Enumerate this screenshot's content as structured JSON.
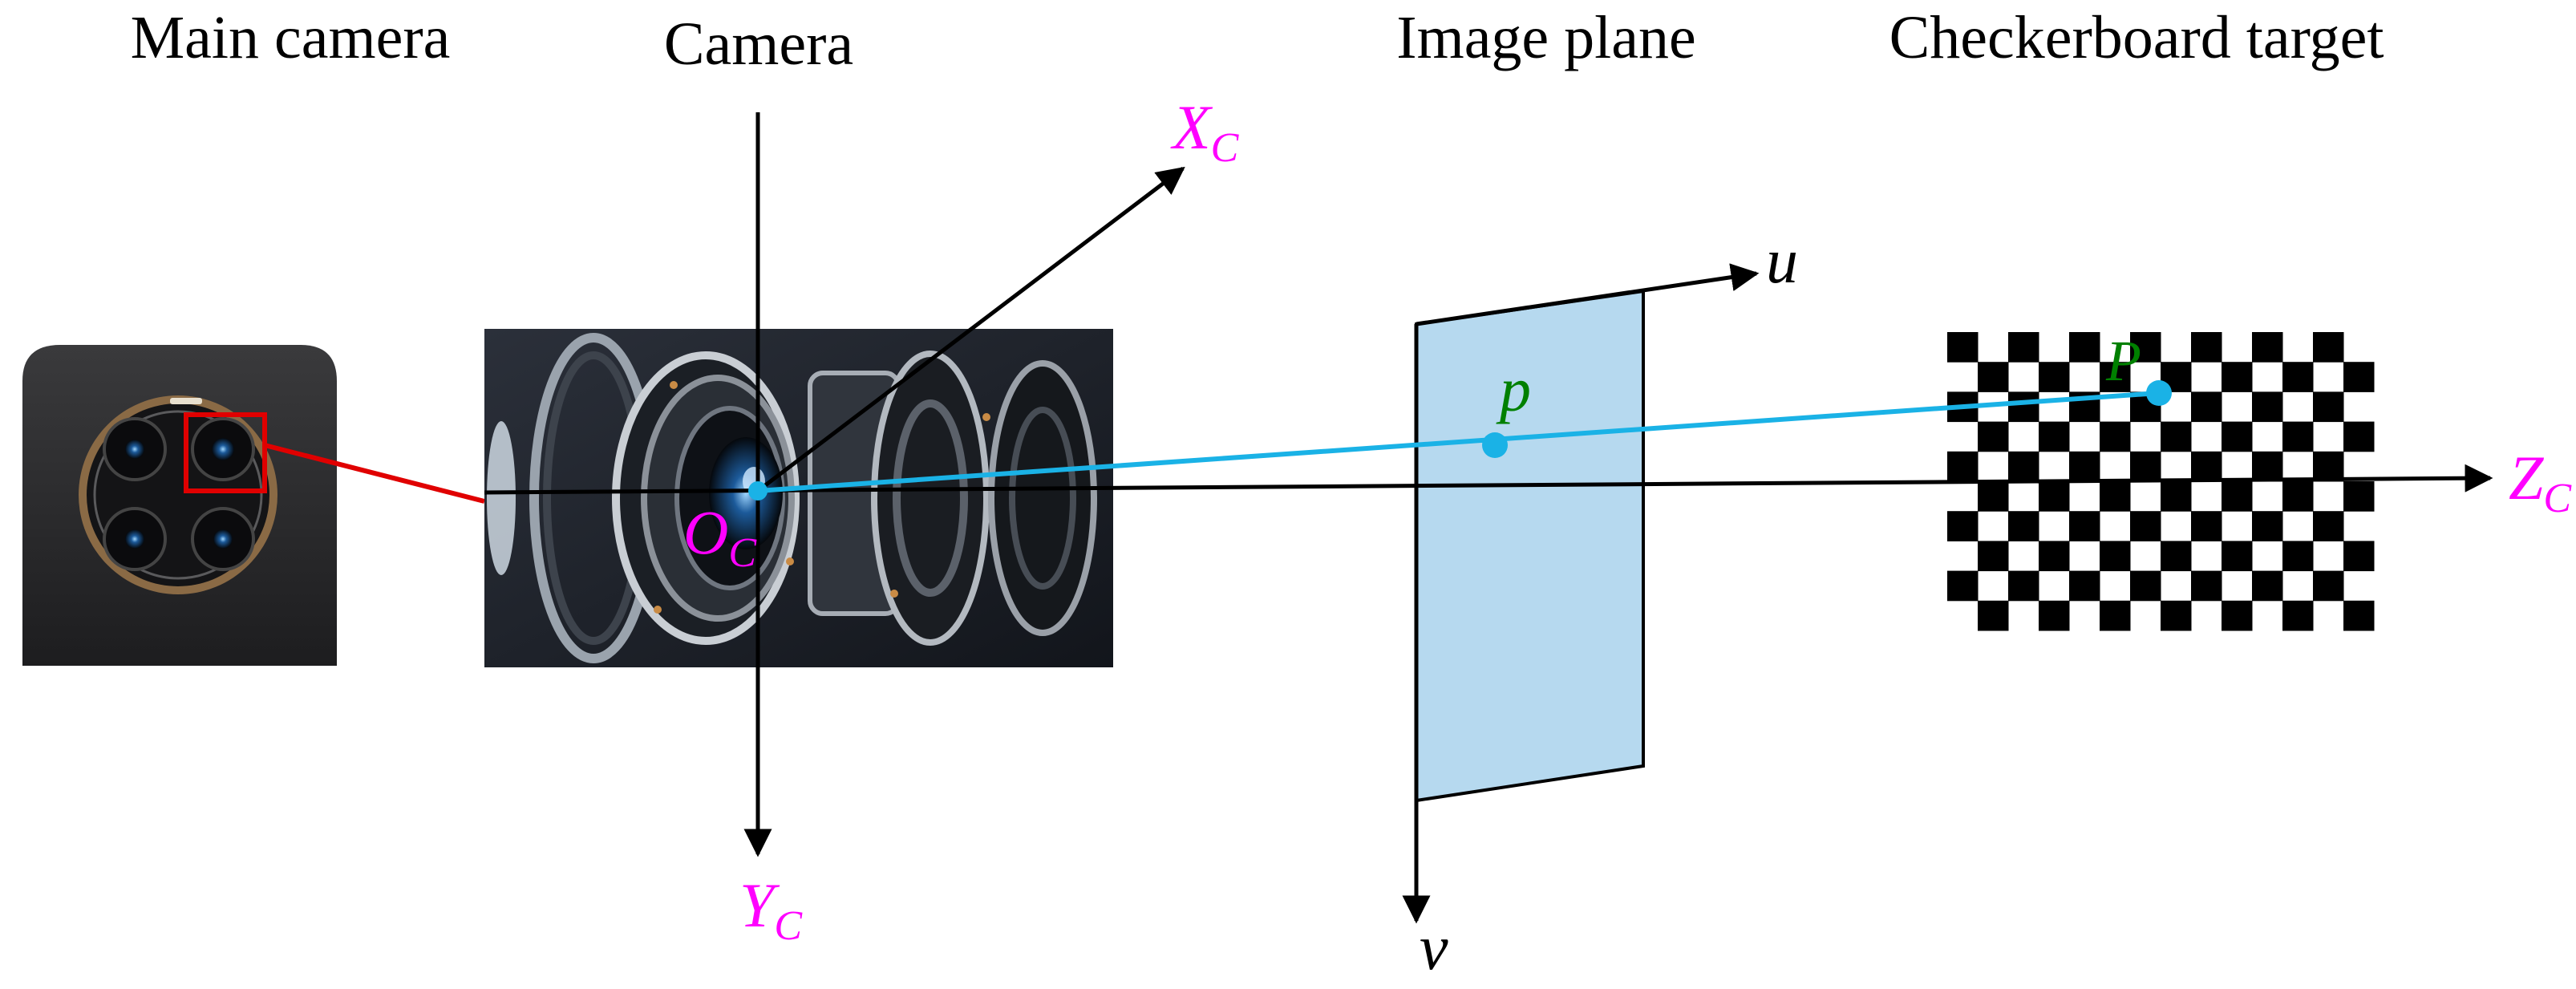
{
  "captions": {
    "main_camera": "Main camera",
    "camera": "Camera",
    "image_plane": "Image plane",
    "checkerboard_target": "Checkerboard target"
  },
  "axes": {
    "x_main": "X",
    "x_sub": "C",
    "y_main": "Y",
    "y_sub": "C",
    "z_main": "Z",
    "z_sub": "C",
    "origin_main": "O",
    "origin_sub": "C",
    "u": "u",
    "v": "v"
  },
  "points": {
    "p_image": "p",
    "p_target": "P"
  },
  "checkerboard": {
    "cols": 14,
    "rows": 10
  },
  "colors": {
    "axis_labels": "#ff00ff",
    "point_labels": "#008000",
    "ray": "#1ab2e6",
    "plane_fill": "#b6d9ef",
    "highlight": "#e00000"
  }
}
